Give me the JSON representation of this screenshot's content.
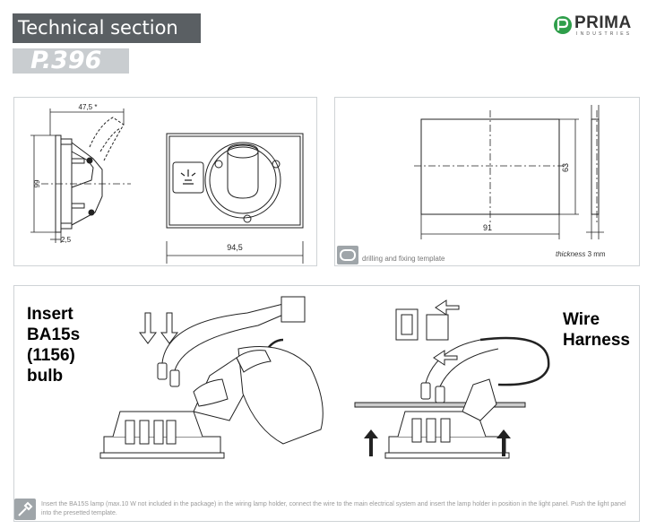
{
  "header": {
    "section_title": "Technical section",
    "page_code": "P.396",
    "brand": "PRIMA",
    "brand_sub": "INDUSTRIES"
  },
  "dimensions": {
    "width_top": "47,5 *",
    "height_left": "99",
    "offset_bottom": "2,5",
    "width_front": "94,5"
  },
  "template": {
    "height": "63",
    "width": "91",
    "caption": "drilling and fixing template",
    "thickness_label": "thickness",
    "thickness_value": "3 mm"
  },
  "install": {
    "left_label": "Insert\nBA15s\n(1156)\nbulb",
    "right_label": "Wire\nHarness"
  },
  "footer": {
    "note": "Insert the BA15S lamp (max.10 W not included in the package) in the wiring lamp holder, connect the wire to the main electrical system and insert the lamp holder in position in the light panel. Push the light panel into the presetted template."
  },
  "icons": {
    "template_icon": "template-outline-icon",
    "footer_icon": "screwdriver-icon"
  }
}
